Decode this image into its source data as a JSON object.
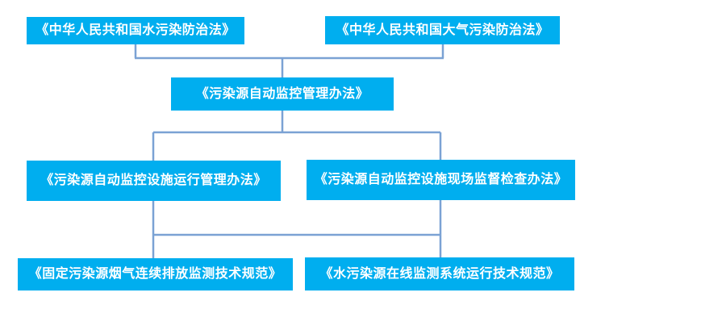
{
  "diagram": {
    "type": "hierarchy-flowchart",
    "background_color": "#ffffff",
    "node_fill_color": "#00AEEF",
    "node_text_color": "#ffffff",
    "connector_color": "#7BA2D4",
    "nodes": [
      {
        "id": "water-law",
        "row": 1,
        "label": "《中华人民共和国水污染防治法》"
      },
      {
        "id": "air-law",
        "row": 1,
        "label": "《中华人民共和国大气污染防治法》"
      },
      {
        "id": "auto-monitor-admin",
        "row": 2,
        "label": "《污染源自动监控管理办法》"
      },
      {
        "id": "facility-operation",
        "row": 3,
        "label": "《污染源自动监控设施运行管理办法》"
      },
      {
        "id": "facility-onsite",
        "row": 3,
        "label": "《污染源自动监控设施现场监督检查办法》"
      },
      {
        "id": "stationary-source-spec",
        "row": 4,
        "label": "《固定污染源烟气连续排放监测技术规范》"
      },
      {
        "id": "water-online-spec",
        "row": 4,
        "label": "《水污染源在线监测系统运行技术规范》"
      }
    ],
    "edges": [
      {
        "from": "water-law",
        "to": "auto-monitor-admin"
      },
      {
        "from": "air-law",
        "to": "auto-monitor-admin"
      },
      {
        "from": "auto-monitor-admin",
        "to": "facility-operation"
      },
      {
        "from": "auto-monitor-admin",
        "to": "facility-onsite"
      },
      {
        "from": "facility-operation",
        "to": "stationary-source-spec"
      },
      {
        "from": "facility-onsite",
        "to": "water-online-spec"
      }
    ]
  }
}
